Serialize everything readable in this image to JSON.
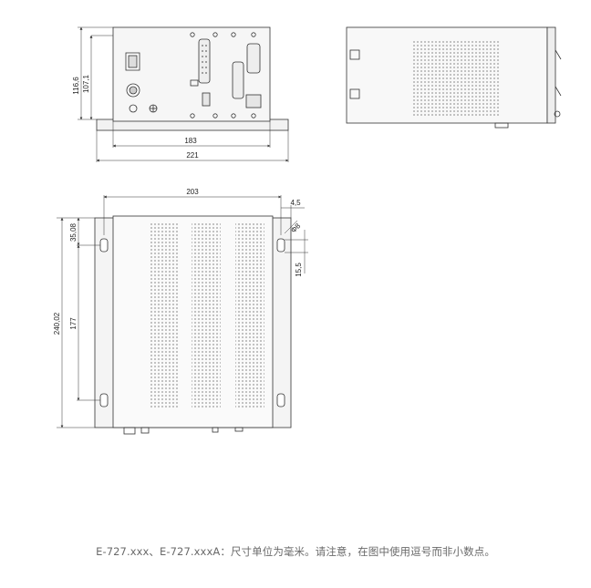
{
  "front_view": {
    "dims": {
      "height_outer": "116,6",
      "height_inner": "107,1",
      "width_inner": "183",
      "width_outer": "221"
    }
  },
  "top_view": {
    "dims": {
      "width": "203",
      "edge_offset": "4,5",
      "hole_dia": "Φ8",
      "hole_spacing": "15,5",
      "top_offset": "35,08",
      "depth_total": "240,02",
      "mount_spacing": "177"
    }
  },
  "caption": "E-727.xxx、E-727.xxxA：尺寸单位为毫米。请注意，在图中使用逗号而非小数点。"
}
